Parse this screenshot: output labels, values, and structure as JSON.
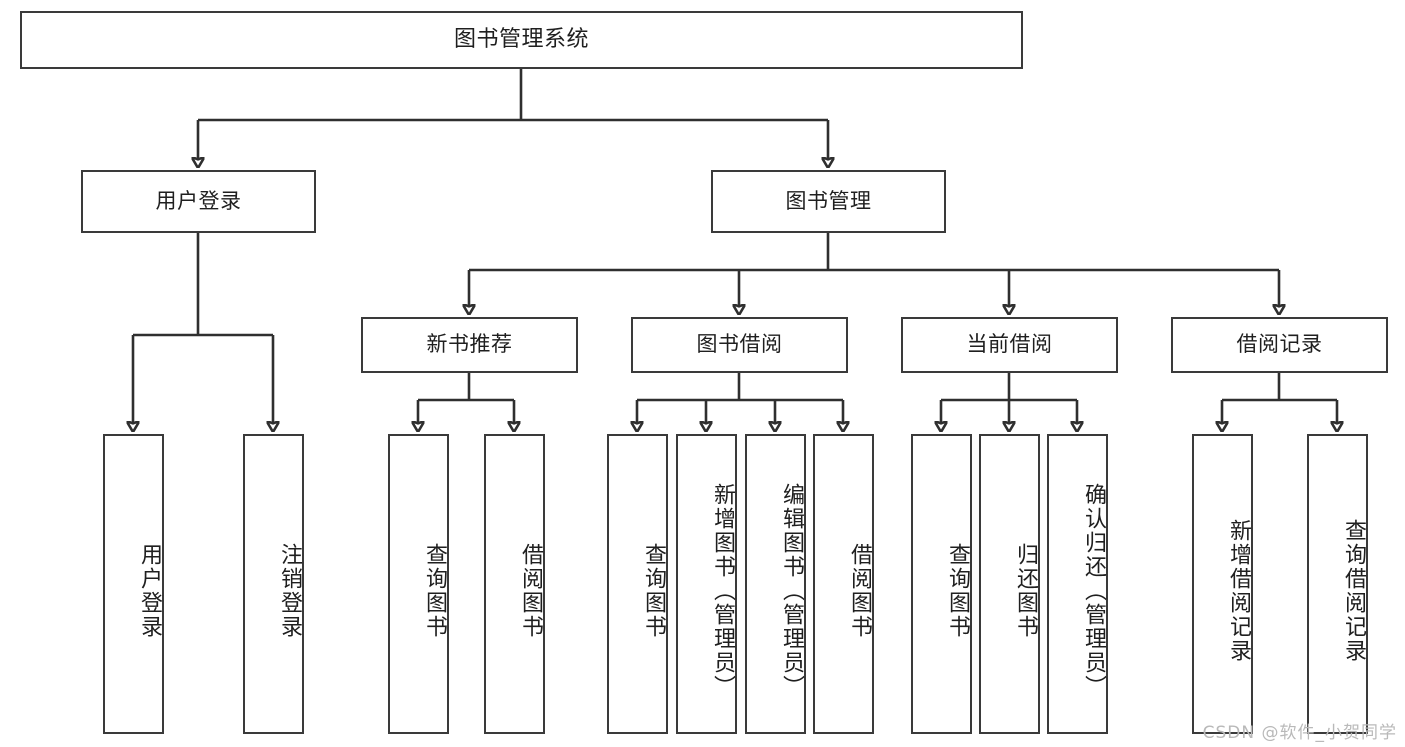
{
  "diagram": {
    "title": "图书管理系统",
    "type": "tree",
    "watermark": "CSDN @软件_小贺同学",
    "levels": {
      "root": "图书管理系统",
      "level2": [
        "用户登录",
        "图书管理"
      ],
      "level3": [
        "新书推荐",
        "图书借阅",
        "当前借阅",
        "借阅记录"
      ]
    },
    "nodes": {
      "root": {
        "label": "图书管理系统"
      },
      "user_login": {
        "label": "用户登录"
      },
      "book_manage": {
        "label": "图书管理"
      },
      "new_book_rec": {
        "label": "新书推荐"
      },
      "book_borrow": {
        "label": "图书借阅"
      },
      "current_borrow": {
        "label": "当前借阅"
      },
      "borrow_record": {
        "label": "借阅记录"
      },
      "leaf_user_login": {
        "label": "用户登录"
      },
      "leaf_logout": {
        "label": "注销登录"
      },
      "leaf_query_book_1": {
        "label": "查询图书"
      },
      "leaf_borrow_book_1": {
        "label": "借阅图书"
      },
      "leaf_query_book_2": {
        "label": "查询图书"
      },
      "leaf_add_book": {
        "label": "新增图书（管理员）"
      },
      "leaf_edit_book": {
        "label": "编辑图书（管理员）"
      },
      "leaf_borrow_book_2": {
        "label": "借阅图书"
      },
      "leaf_query_book_3": {
        "label": "查询图书"
      },
      "leaf_return_book": {
        "label": "归还图书"
      },
      "leaf_confirm_return": {
        "label": "确认归还（管理员）"
      },
      "leaf_add_record": {
        "label": "新增借阅记录"
      },
      "leaf_query_record": {
        "label": "查询借阅记录"
      }
    },
    "edges": [
      {
        "from": "root",
        "to": "user_login"
      },
      {
        "from": "root",
        "to": "book_manage"
      },
      {
        "from": "user_login",
        "to": "leaf_user_login"
      },
      {
        "from": "user_login",
        "to": "leaf_logout"
      },
      {
        "from": "book_manage",
        "to": "new_book_rec"
      },
      {
        "from": "book_manage",
        "to": "book_borrow"
      },
      {
        "from": "book_manage",
        "to": "current_borrow"
      },
      {
        "from": "book_manage",
        "to": "borrow_record"
      },
      {
        "from": "new_book_rec",
        "to": "leaf_query_book_1"
      },
      {
        "from": "new_book_rec",
        "to": "leaf_borrow_book_1"
      },
      {
        "from": "book_borrow",
        "to": "leaf_query_book_2"
      },
      {
        "from": "book_borrow",
        "to": "leaf_add_book"
      },
      {
        "from": "book_borrow",
        "to": "leaf_edit_book"
      },
      {
        "from": "book_borrow",
        "to": "leaf_borrow_book_2"
      },
      {
        "from": "current_borrow",
        "to": "leaf_query_book_3"
      },
      {
        "from": "current_borrow",
        "to": "leaf_return_book"
      },
      {
        "from": "current_borrow",
        "to": "leaf_confirm_return"
      },
      {
        "from": "borrow_record",
        "to": "leaf_add_record"
      },
      {
        "from": "borrow_record",
        "to": "leaf_query_record"
      }
    ],
    "colors": {
      "stroke": "#2f2f2f",
      "box_border": "#3a3a3a",
      "box_fill": "#ffffff",
      "text": "#1f1f1f",
      "watermark": "#b9b9b9",
      "background": "#ffffff"
    }
  }
}
